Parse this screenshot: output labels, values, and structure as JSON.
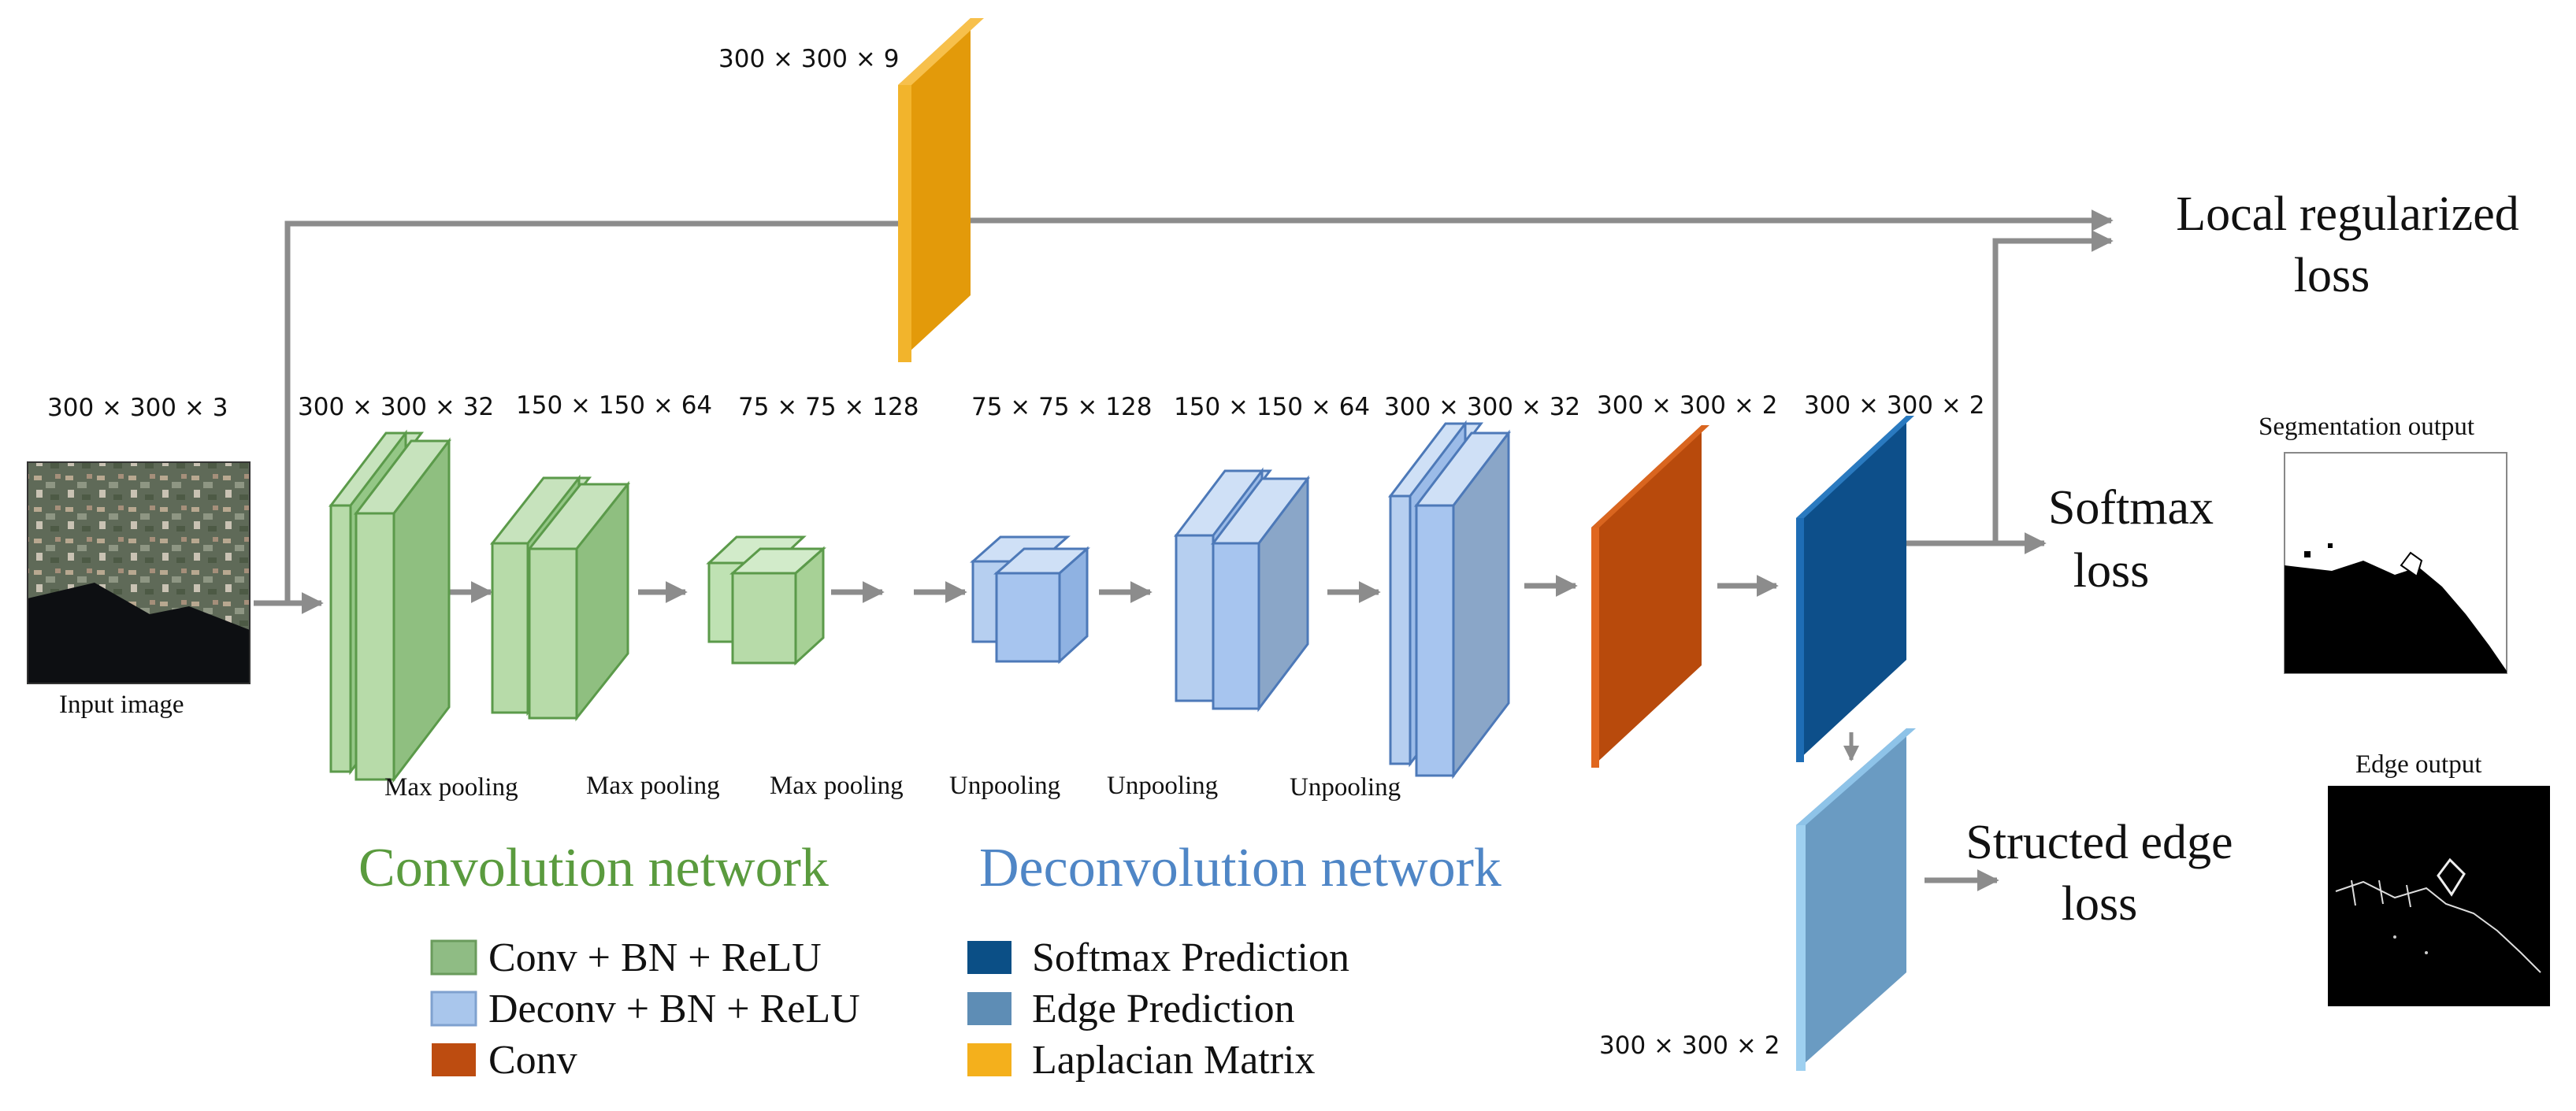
{
  "dims": {
    "input": "300 × 300 × 3",
    "laplacian": "300 × 300 × 9",
    "conv1": "300 × 300 × 32",
    "conv2": "150 × 150 × 64",
    "conv3": "75 × 75 × 128",
    "deconv1": "75 × 75 × 128",
    "deconv2": "150 × 150 × 64",
    "deconv3": "300 × 300 × 32",
    "conv_out": "300 × 300 × 2",
    "softmax": "300 × 300 × 2",
    "edge": "300 × 300 × 2"
  },
  "labels": {
    "input_image": "Input image",
    "pool1": "Max pooling",
    "pool2": "Max pooling",
    "pool3": "Max pooling",
    "unpool1": "Unpooling",
    "unpool2": "Unpooling",
    "unpool3": "Unpooling",
    "segmentation_output": "Segmentation output",
    "edge_output": "Edge output"
  },
  "losses": {
    "local_line1": "Local regularized",
    "local_line2": "loss",
    "softmax_line1": "Softmax",
    "softmax_line2": "loss",
    "edge_line1": "Structed edge",
    "edge_line2": "loss"
  },
  "sections": {
    "conv_title": "Convolution network",
    "deconv_title": "Deconvolution network"
  },
  "legend": [
    {
      "label": "Conv + BN + ReLU",
      "color": "#8fbc84"
    },
    {
      "label": "Deconv + BN + ReLU",
      "color": "#a9c6ec"
    },
    {
      "label": "Conv",
      "color": "#bd4c10"
    },
    {
      "label": "Softmax Prediction",
      "color": "#0b4f86"
    },
    {
      "label": "Edge Prediction",
      "color": "#5e8db5"
    },
    {
      "label": "Laplacian Matrix",
      "color": "#f4b01c"
    }
  ],
  "colors": {
    "conv_green": "#98c78b",
    "conv_green_edge": "#5b9a4a",
    "deconv_blue": "#a7c5ef",
    "deconv_blue_edge": "#4d79b8",
    "conv_orange": "#b84a0c",
    "softmax_blue": "#0d4f8a",
    "edge_blue": "#6a9bc2",
    "laplacian_gold": "#e39a0a",
    "arrow_gray": "#8c8c8c",
    "conv_title": "#5a9b3e",
    "deconv_title": "#4f86c6"
  }
}
